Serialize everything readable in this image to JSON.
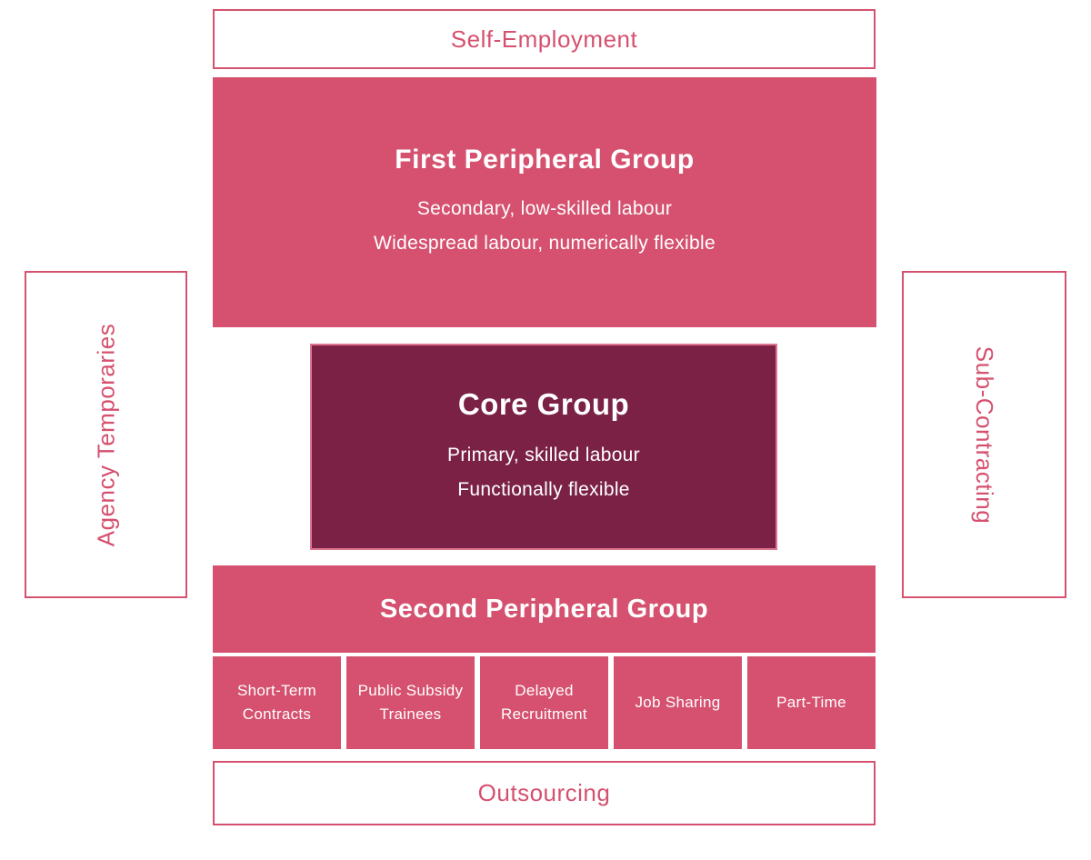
{
  "colors": {
    "pink": "#d5516f",
    "maroon": "#7a2145",
    "core_border": "#dd7490",
    "text_on_fill": "#ffffff"
  },
  "diagram": {
    "top_box": {
      "label": "Self-Employment"
    },
    "first_peripheral": {
      "title": "First Peripheral Group",
      "line1": "Secondary, low-skilled labour",
      "line2": "Widespread labour, numerically flexible"
    },
    "core": {
      "title": "Core Group",
      "line1": "Primary, skilled labour",
      "line2": "Functionally flexible"
    },
    "left_box": {
      "label": "Agency Temporaries"
    },
    "right_box": {
      "label": "Sub-Contracting"
    },
    "second_peripheral": {
      "title": "Second Peripheral Group",
      "items": [
        "Short-Term Contracts",
        "Public Subsidy Trainees",
        "Delayed Recruitment",
        "Job Sharing",
        "Part-Time"
      ]
    },
    "bottom_box": {
      "label": "Outsourcing"
    }
  }
}
